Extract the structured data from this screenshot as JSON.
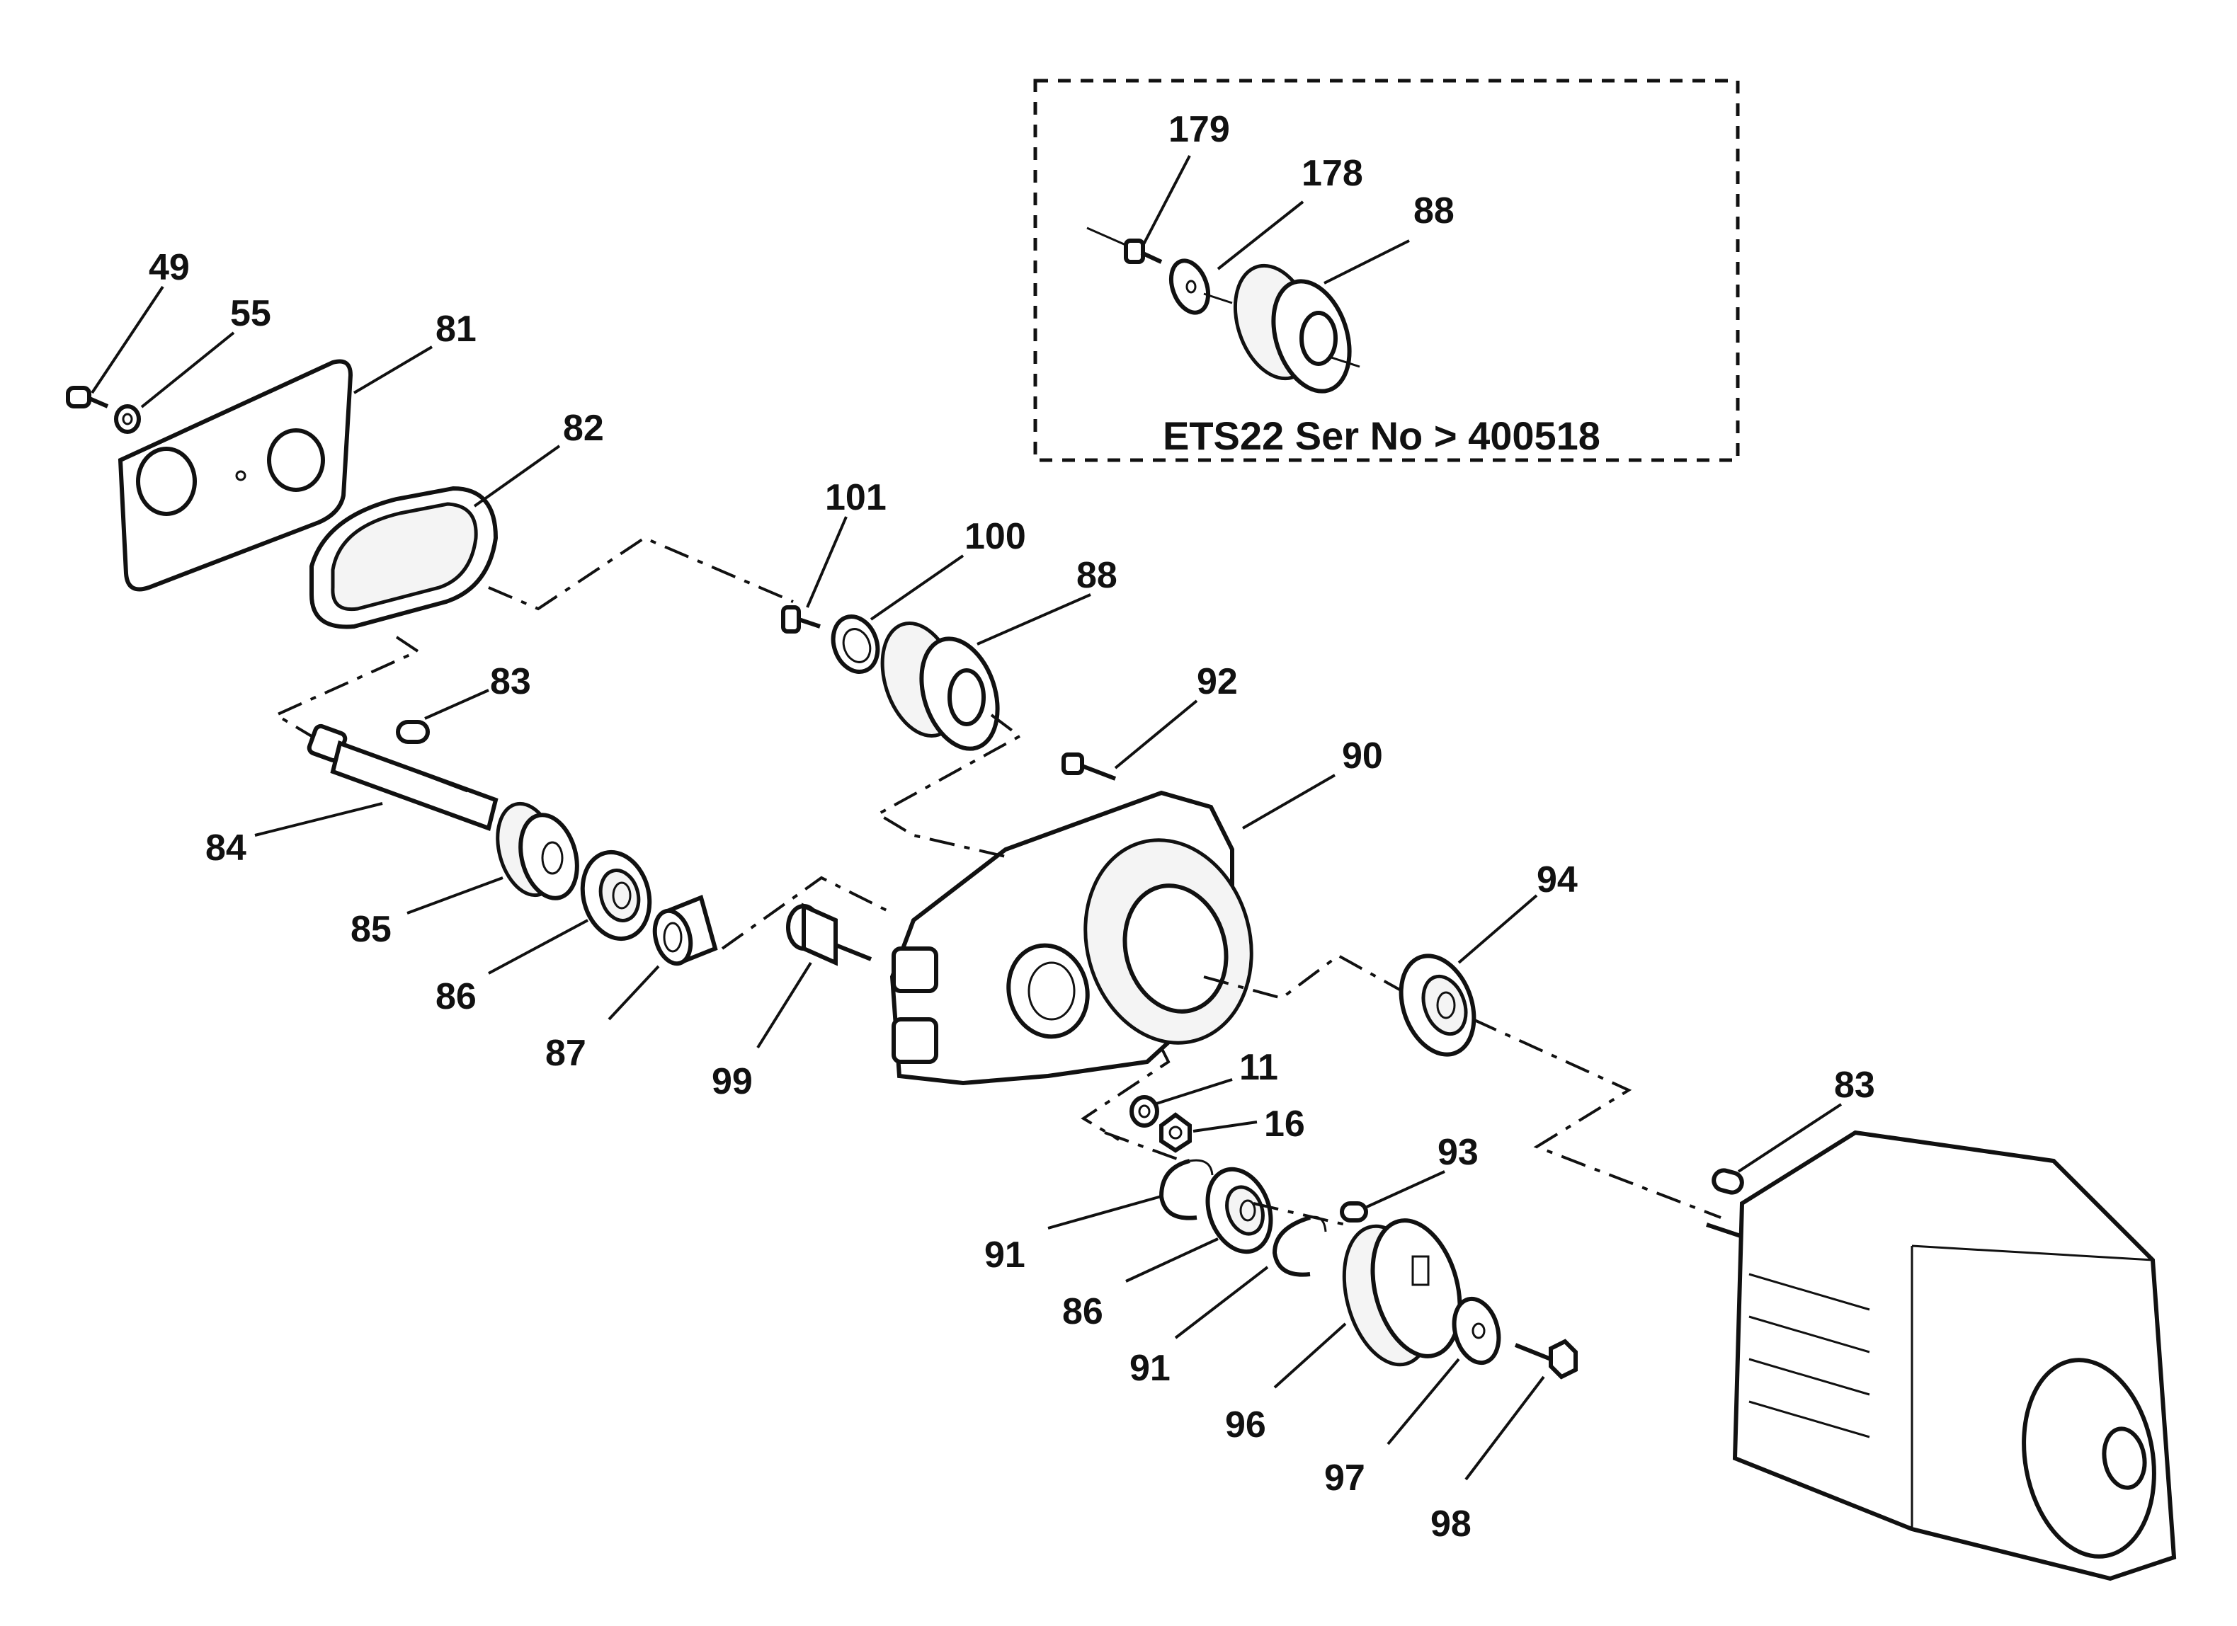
{
  "note": "ETS22 Ser No > 400518",
  "callouts": [
    {
      "id": "c179",
      "text": "179"
    },
    {
      "id": "c178",
      "text": "178"
    },
    {
      "id": "c88a",
      "text": "88"
    },
    {
      "id": "c49",
      "text": "49"
    },
    {
      "id": "c55",
      "text": "55"
    },
    {
      "id": "c81",
      "text": "81"
    },
    {
      "id": "c82",
      "text": "82"
    },
    {
      "id": "c101",
      "text": "101"
    },
    {
      "id": "c100",
      "text": "100"
    },
    {
      "id": "c88b",
      "text": "88"
    },
    {
      "id": "c83a",
      "text": "83"
    },
    {
      "id": "c92",
      "text": "92"
    },
    {
      "id": "c90",
      "text": "90"
    },
    {
      "id": "c84",
      "text": "84"
    },
    {
      "id": "c85",
      "text": "85"
    },
    {
      "id": "c86a",
      "text": "86"
    },
    {
      "id": "c87",
      "text": "87"
    },
    {
      "id": "c99",
      "text": "99"
    },
    {
      "id": "c94",
      "text": "94"
    },
    {
      "id": "c11",
      "text": "11"
    },
    {
      "id": "c16",
      "text": "16"
    },
    {
      "id": "c93",
      "text": "93"
    },
    {
      "id": "c83b",
      "text": "83"
    },
    {
      "id": "c91a",
      "text": "91"
    },
    {
      "id": "c86b",
      "text": "86"
    },
    {
      "id": "c91b",
      "text": "91"
    },
    {
      "id": "c96",
      "text": "96"
    },
    {
      "id": "c97",
      "text": "97"
    },
    {
      "id": "c98",
      "text": "98"
    }
  ]
}
